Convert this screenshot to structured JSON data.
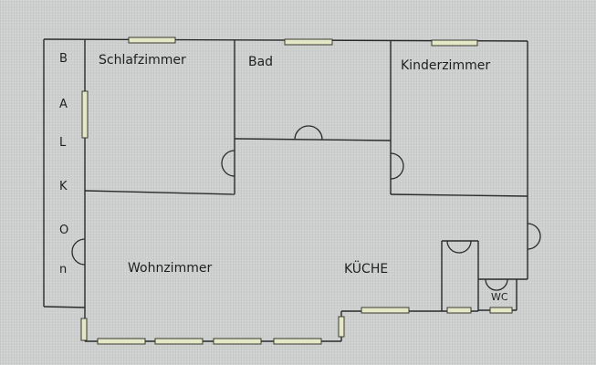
{
  "rooms": {
    "schlafzimmer": "Schlafzimmer",
    "bad": "Bad",
    "kinderzimmer": "Kinderzimmer",
    "wohnzimmer": "Wohnzimmer",
    "kueche": "KÜCHE",
    "wc": "WC"
  },
  "balkon_letters": [
    "B",
    "A",
    "L",
    "K",
    "O",
    "n"
  ],
  "colors": {
    "wall": "#2a2a2a",
    "window_fill": "#e4e8c7",
    "background": "#cdd0ce"
  }
}
